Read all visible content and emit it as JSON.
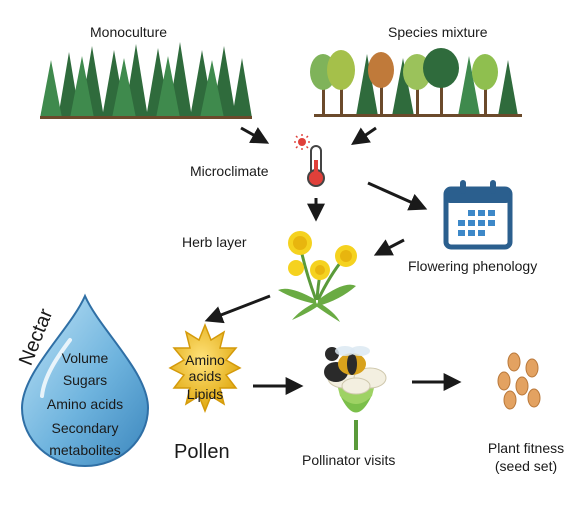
{
  "labels": {
    "monoculture": "Monoculture",
    "species_mixture": "Species mixture",
    "microclimate": "Microclimate",
    "herb_layer": "Herb layer",
    "flowering_phenology": "Flowering phenology",
    "nectar": "Nectar",
    "nectar_items": [
      "Volume",
      "Sugars",
      "Amino acids",
      "Secondary",
      "metabolites"
    ],
    "pollen_items": [
      "Amino",
      "acids",
      "Lipids"
    ],
    "pollen": "Pollen",
    "pollinator_visits": "Pollinator visits",
    "plant_fitness": [
      "Plant fitness",
      "(seed set)"
    ]
  },
  "icons": {
    "forest_monoculture": "conifer-forest-icon",
    "forest_mixture": "mixed-forest-icon",
    "thermometer": "thermometer-icon",
    "calendar": "calendar-icon",
    "dandelion": "dandelion-icon",
    "drop": "nectar-drop-icon",
    "pollen": "pollen-grain-icon",
    "bee_flower": "bee-on-flower-icon",
    "seeds": "seeds-icon"
  },
  "colors": {
    "conifer": "#2f6b3c",
    "conifer_light": "#3f8a4d",
    "calendar_blue": "#2b5f8e",
    "drop_blue": "#5aa6d6",
    "pollen_yellow": "#f2c21b",
    "arrow": "#1a1a1a"
  }
}
